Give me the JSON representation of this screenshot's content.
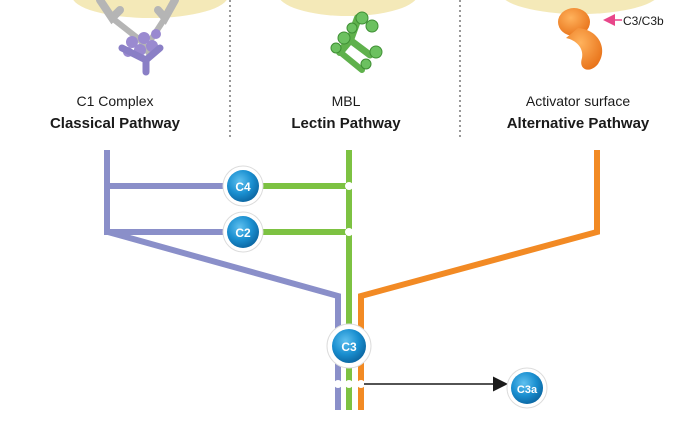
{
  "pathways": [
    {
      "source": "C1 Complex",
      "name": "Classical Pathway",
      "color": "#8a8fc9"
    },
    {
      "source": "MBL",
      "name": "Lectin Pathway",
      "color": "#7dc242"
    },
    {
      "source": "Activator surface",
      "name": "Alternative Pathway",
      "color": "#f28a24"
    }
  ],
  "components": {
    "c4": "C4",
    "c2": "C2",
    "c3": "C3",
    "c3a": "C3a"
  },
  "annotations": {
    "c3_c3b": "C3/C3b"
  },
  "colors": {
    "classical": "#8a8fc9",
    "lectin": "#7dc242",
    "alternative": "#f28a24",
    "node_blue": "#1a8fd0",
    "annotation_pink": "#e8468a",
    "cell_surface": "#f4e9b8"
  },
  "icons": [
    "c1-complex-icon",
    "mbl-icon",
    "c3-convertase-icon"
  ]
}
